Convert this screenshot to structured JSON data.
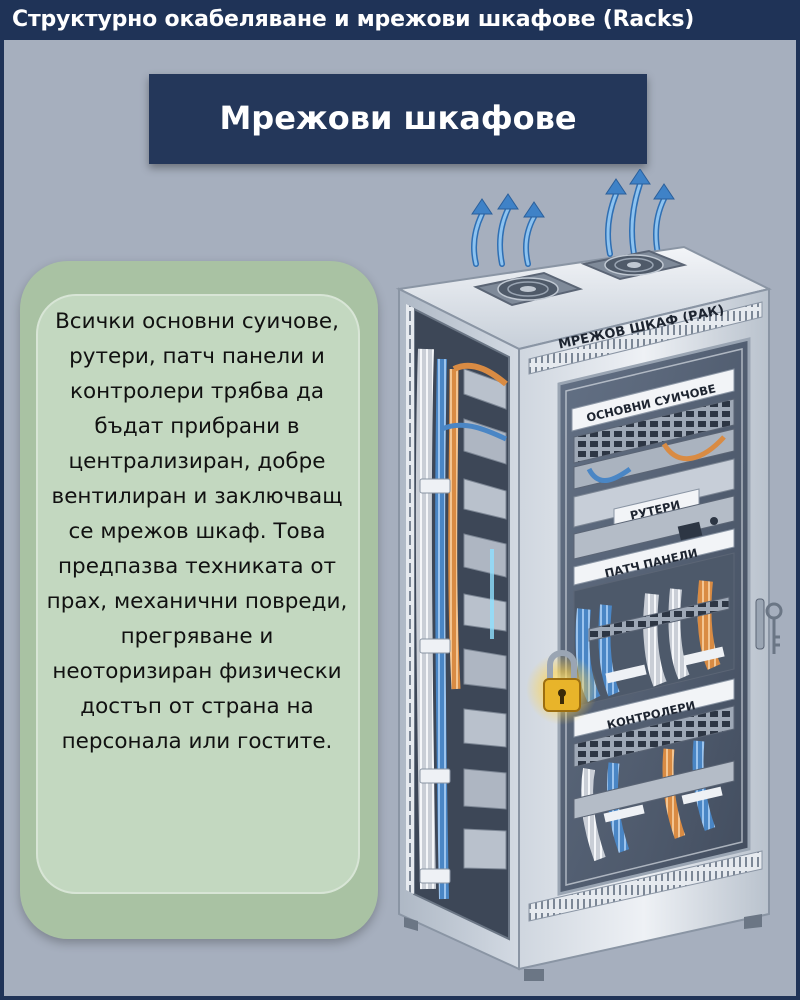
{
  "page": {
    "title": "Структурно окабеляване и мрежови шкафове (Racks)"
  },
  "banner": {
    "title": "Мрежови шкафове"
  },
  "card": {
    "text": "Всички основни суичове, рутери, патч панели и контролери трябва да бъдат прибрани в централизиран, добре вентилиран и заключващ се мрежов шкаф. Това предпазва техниката от прах, механични повреди, прегряване и неоторизиран физически достъп от страна на персонала или гостите."
  },
  "rack": {
    "title": "МРЕЖОВ ШКАФ (РАК)",
    "sections": {
      "switches": "ОСНОВНИ СУИЧОВЕ",
      "routers": "РУТЕРИ",
      "patch": "ПАТЧ ПАНЕЛИ",
      "controllers": "КОНТРОЛЕРИ"
    }
  },
  "colors": {
    "frame": "#1f3357",
    "background": "#a6afbe",
    "banner": "#24375a",
    "card_outer": "#a9c2a3",
    "card_inner": "#c3d8c0",
    "cable_blue": "#4a86c5",
    "cable_orange": "#d98b43",
    "lock_gold": "#e8b42a"
  },
  "icons": [
    "airflow-arrows-icon",
    "fan-icon",
    "padlock-icon",
    "key-icon"
  ]
}
